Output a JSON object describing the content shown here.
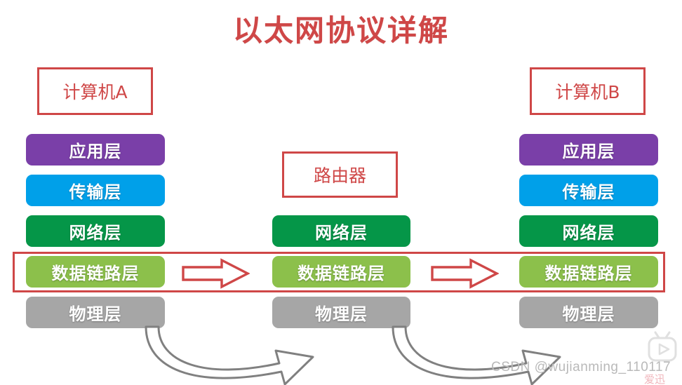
{
  "title": "以太网协议详解",
  "title_color": "#cf4747",
  "nodes": {
    "computer_a": "计算机A",
    "computer_b": "计算机B",
    "router": "路由器"
  },
  "layers": {
    "application": {
      "label": "应用层",
      "color": "#7a3fa8"
    },
    "transport": {
      "label": "传输层",
      "color": "#00a0e9"
    },
    "network": {
      "label": "网络层",
      "color": "#059648"
    },
    "datalink": {
      "label": "数据链路层",
      "color": "#8cc04b"
    },
    "physical": {
      "label": "物理层",
      "color": "#a6a6a6"
    }
  },
  "columns": {
    "left": {
      "node": "计算机A",
      "stack": [
        "应用层",
        "传输层",
        "网络层",
        "数据链路层",
        "物理层"
      ]
    },
    "mid": {
      "node": "路由器",
      "stack": [
        "网络层",
        "数据链路层",
        "物理层"
      ]
    },
    "right": {
      "node": "计算机B",
      "stack": [
        "应用层",
        "传输层",
        "网络层",
        "数据链路层",
        "物理层"
      ]
    }
  },
  "emphasis": {
    "band_color": "#cf4747",
    "band_target": "数据链路层"
  },
  "arrows": {
    "horizontal_color": "#cf4747",
    "curved_color": "#808080",
    "horizontal_count": 2,
    "curved_count": 2
  },
  "watermark": {
    "text": "CSDN @wujianming_110117",
    "color": "#b9b9b9"
  },
  "logo": {
    "icon": "play-video-icon",
    "text": "爱迅"
  }
}
